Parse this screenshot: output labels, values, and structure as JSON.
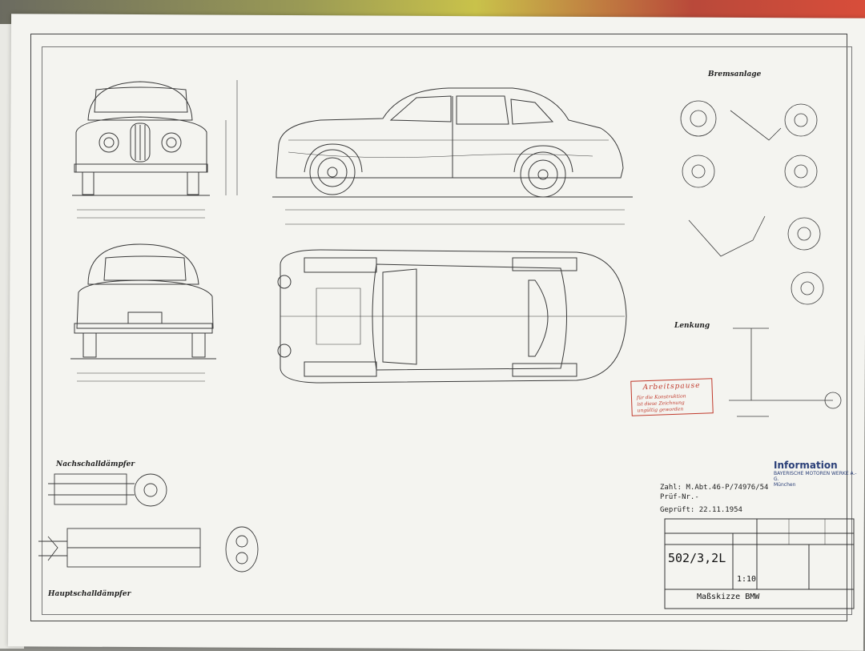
{
  "sheet": {
    "section_labels": {
      "brakes": "Bremsanlage",
      "steering": "Lenkung",
      "rear_muffler": "Nachschalldämpfer",
      "main_muffler": "Hauptschalldämpfer"
    },
    "approval_stamp": {
      "title": "Arbeitspause",
      "lines": [
        "für die Konstruktion",
        "ist diese Zeichnung",
        "ungültig geworden"
      ]
    },
    "info_stamp": {
      "title": "Information",
      "lines": [
        "BAYERISCHE MOTOREN WERKE A.-G.",
        "München"
      ]
    },
    "meta": {
      "zahl": "Zahl: M.Abt.46-P/74976/54",
      "pruef": "Prüf-Nr.-",
      "geprueft": "Geprüft: 22.11.1954"
    },
    "title_block": {
      "model": "502/3,2L",
      "scale": "1:10",
      "title": "Maßskizze BMW"
    },
    "colors": {
      "paper": "#f4f4f0",
      "ink": "#333333",
      "stamp_red": "#c0392b",
      "stamp_blue": "#2a3f78"
    }
  }
}
